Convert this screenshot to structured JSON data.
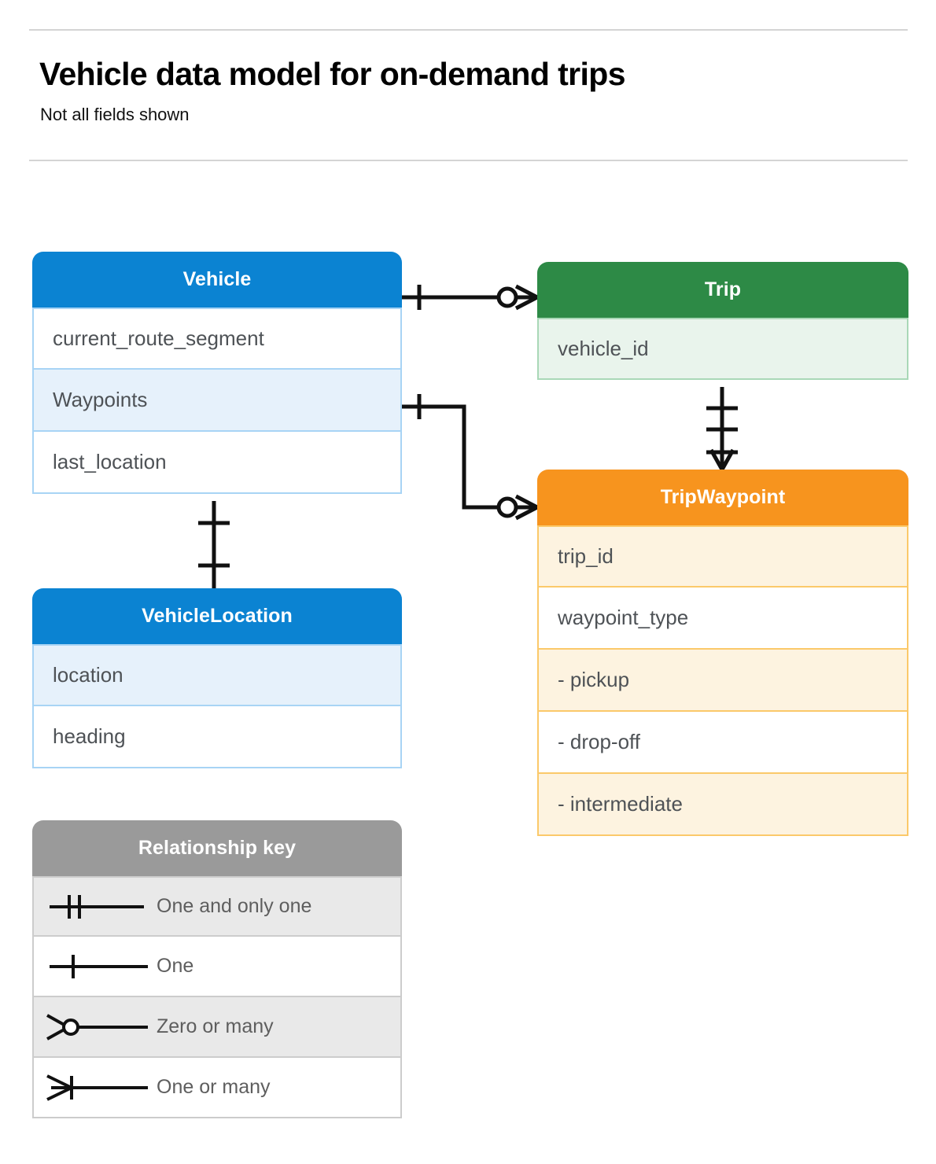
{
  "header": {
    "title": "Vehicle data model for on-demand trips",
    "subtitle": "Not all fields shown"
  },
  "colors": {
    "blue": "#0b83d2",
    "blue_row_alt": "#e6f1fb",
    "blue_border": "#a8d4f5",
    "green": "#2d8a46",
    "green_row_alt": "#e9f4ec",
    "green_border": "#a9d8b7",
    "orange": "#f7941e",
    "orange_row_alt": "#fdf3e0",
    "orange_border": "#fbc96a",
    "gray": "#9a9a9a",
    "gray_row_alt": "#e9e9e9",
    "rule": "#d4d4d4",
    "row_text": "#4e5256",
    "connector": "#111111"
  },
  "entities": [
    {
      "id": "vehicle",
      "name": "Vehicle",
      "theme": "blue",
      "fields": [
        {
          "label": "current_route_segment",
          "alt": false
        },
        {
          "label": "Waypoints",
          "alt": true
        },
        {
          "label": "last_location",
          "alt": false
        }
      ]
    },
    {
      "id": "vehicle-location",
      "name": "VehicleLocation",
      "theme": "blue",
      "fields": [
        {
          "label": "location",
          "alt": true
        },
        {
          "label": "heading",
          "alt": false
        }
      ]
    },
    {
      "id": "trip",
      "name": "Trip",
      "theme": "green",
      "fields": [
        {
          "label": "vehicle_id",
          "alt": true
        }
      ]
    },
    {
      "id": "tripwaypoint",
      "name": "TripWaypoint",
      "theme": "orange",
      "fields": [
        {
          "label": "trip_id",
          "alt": true
        },
        {
          "label": "waypoint_type",
          "alt": false
        },
        {
          "label": "- pickup",
          "alt": true
        },
        {
          "label": "- drop-off",
          "alt": false
        },
        {
          "label": "- intermediate",
          "alt": true
        }
      ]
    }
  ],
  "legend": {
    "title": "Relationship key",
    "items": [
      {
        "symbol": "one-and-only-one",
        "label": "One and only one",
        "alt": true
      },
      {
        "symbol": "one",
        "label": "One",
        "alt": false
      },
      {
        "symbol": "zero-or-many",
        "label": "Zero or many",
        "alt": true
      },
      {
        "symbol": "one-or-many",
        "label": "One or many",
        "alt": false
      }
    ]
  },
  "relationships": [
    {
      "id": "vehicle-to-trip",
      "from": "Vehicle",
      "from_cardinality": "one",
      "to": "Trip",
      "to_field": "vehicle_id",
      "to_cardinality": "zero-or-many"
    },
    {
      "id": "vehicle-waypoints-to-tripwaypoint",
      "from": "Vehicle.Waypoints",
      "from_cardinality": "one",
      "to": "TripWaypoint",
      "to_cardinality": "zero-or-many"
    },
    {
      "id": "vehicle-to-vehiclelocation",
      "from": "Vehicle.last_location",
      "from_cardinality": "one",
      "to": "VehicleLocation",
      "to_cardinality": "one"
    },
    {
      "id": "trip-to-tripwaypoint",
      "from": "Trip.vehicle_id",
      "from_cardinality": "one-and-only-one",
      "to": "TripWaypoint",
      "to_cardinality": "one-or-many"
    }
  ]
}
